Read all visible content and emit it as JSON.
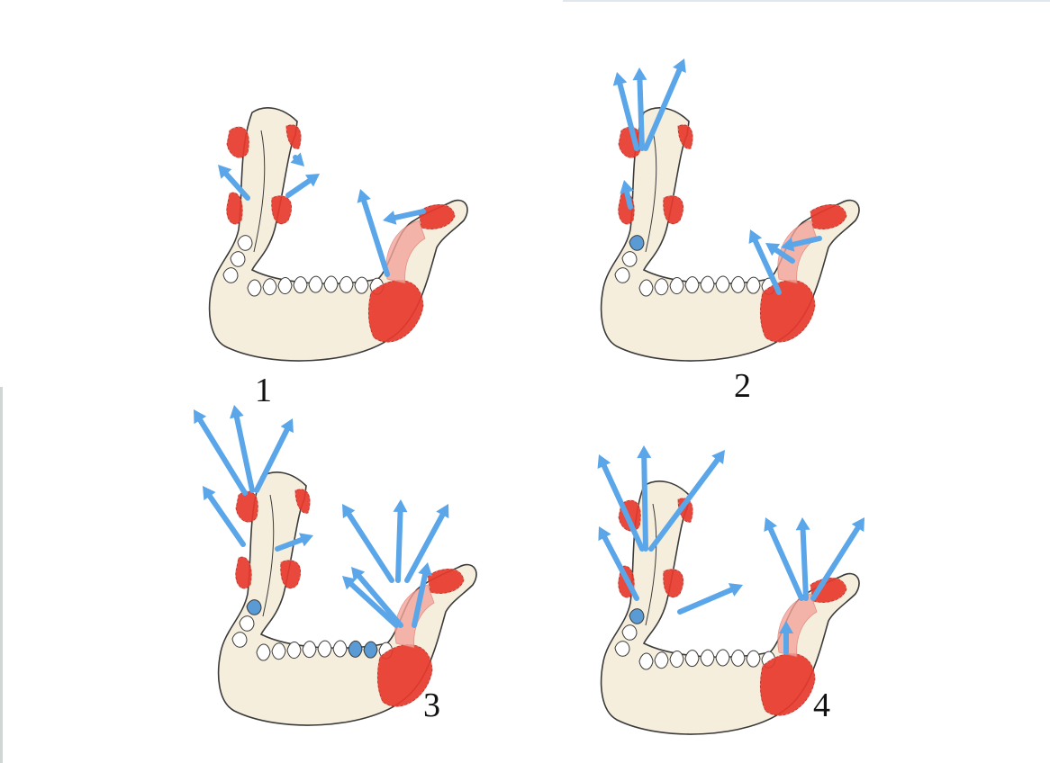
{
  "panels": [
    {
      "id": "1",
      "label": "1",
      "teeth_highlight": []
    },
    {
      "id": "2",
      "label": "2",
      "teeth_highlight": [
        "left-molar"
      ]
    },
    {
      "id": "3",
      "label": "3",
      "teeth_highlight": [
        "left-molar",
        "right-molar"
      ]
    },
    {
      "id": "4",
      "label": "4",
      "teeth_highlight": [
        "left-molar"
      ]
    }
  ],
  "colors": {
    "bone_fill": "#f6eedc",
    "bone_stroke": "#3b3b3b",
    "muscle": "#e8392c",
    "muscle_light": "#f3a59c",
    "arrow": "#5aa6e8",
    "tooth_highlight": "#5b9bd5"
  },
  "icons": {
    "mandible": "mandible-illustration",
    "force": "force-arrow-icon",
    "muscle": "muscle-icon"
  }
}
